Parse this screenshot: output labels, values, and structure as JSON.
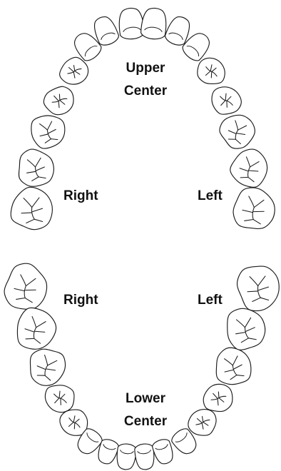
{
  "labels": {
    "upper_center_line1": "Upper",
    "upper_center_line2": "Center",
    "upper_right": "Right",
    "upper_left": "Left",
    "lower_right": "Right",
    "lower_left": "Left",
    "lower_center_line1": "Lower",
    "lower_center_line2": "Center"
  },
  "colors": {
    "outline": "#1b1b1b",
    "fill": "#ffffff",
    "text": "#111111"
  },
  "arches": {
    "upper": {
      "teeth": [
        "upper-right-third-molar",
        "upper-right-second-molar",
        "upper-right-first-molar",
        "upper-right-second-premolar",
        "upper-right-first-premolar",
        "upper-right-canine",
        "upper-right-lateral-incisor",
        "upper-right-central-incisor",
        "upper-left-central-incisor",
        "upper-left-lateral-incisor",
        "upper-left-canine",
        "upper-left-first-premolar",
        "upper-left-second-premolar",
        "upper-left-first-molar",
        "upper-left-second-molar",
        "upper-left-third-molar"
      ]
    },
    "lower": {
      "teeth": [
        "lower-right-third-molar",
        "lower-right-second-molar",
        "lower-right-first-molar",
        "lower-right-second-premolar",
        "lower-right-first-premolar",
        "lower-right-canine",
        "lower-right-lateral-incisor",
        "lower-right-central-incisor",
        "lower-left-central-incisor",
        "lower-left-lateral-incisor",
        "lower-left-canine",
        "lower-left-first-premolar",
        "lower-left-second-premolar",
        "lower-left-first-molar",
        "lower-left-second-molar",
        "lower-left-third-molar"
      ]
    }
  }
}
